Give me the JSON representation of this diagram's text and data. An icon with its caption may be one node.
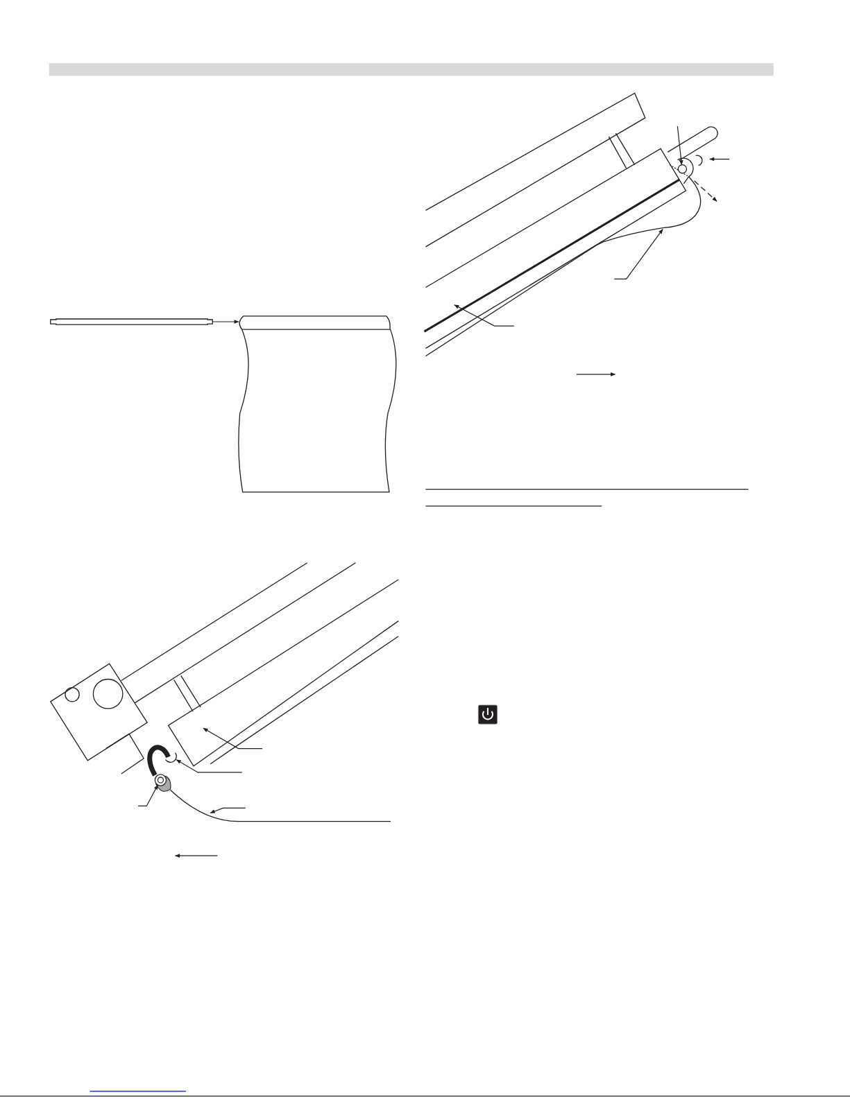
{
  "diagram": {
    "nodes": [
      {
        "text": [],
        "shape": "rod"
      },
      {
        "text": [],
        "shape": "fabric"
      },
      {
        "text": [],
        "shape": "circle"
      },
      {
        "text": [],
        "shape": "fabric"
      },
      {
        "text": [],
        "shape": "bar"
      },
      {
        "text": [],
        "shape": "box"
      },
      {
        "text": [],
        "shape": "hook"
      },
      {
        "text": [],
        "shape": "circle"
      },
      {
        "text": [],
        "shape": "cord"
      }
    ],
    "edges": [
      {
        "from": 0,
        "to": 1,
        "arrow": "to"
      },
      {
        "from": null,
        "to": 2,
        "arrow": "to"
      },
      {
        "from": null,
        "to": 3,
        "arrow": "to"
      },
      {
        "from": null,
        "to": 4,
        "arrow": "to"
      },
      {
        "from": null,
        "to": 5,
        "arrow": "to"
      },
      {
        "from": null,
        "to": 6,
        "arrow": "to"
      },
      {
        "from": null,
        "to": 7,
        "arrow": "to"
      },
      {
        "from": null,
        "to": 8,
        "arrow": "to"
      },
      {
        "from": 7,
        "to": 6,
        "arrow": "to",
        "style": "thick"
      }
    ]
  }
}
